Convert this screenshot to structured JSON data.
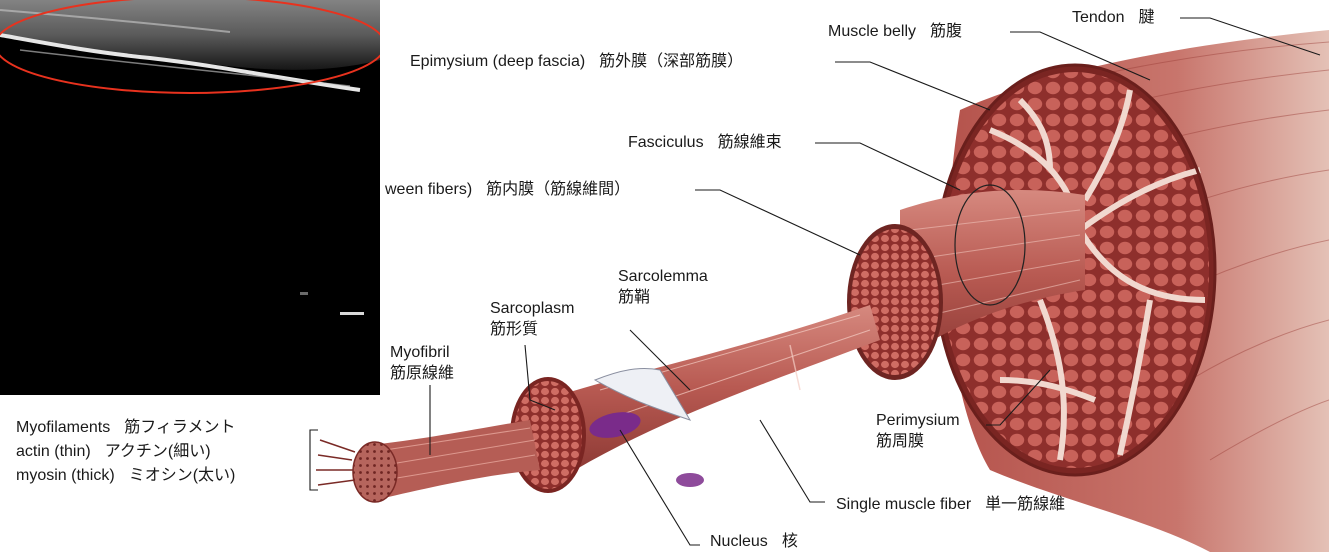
{
  "labels": {
    "muscle_belly": {
      "en": "Muscle belly",
      "jp": "筋腹"
    },
    "tendon": {
      "en": "Tendon",
      "jp": "腱"
    },
    "epimysium": {
      "en": "Epimysium (deep fascia)",
      "jp": "筋外膜（深部筋膜）"
    },
    "fasciculus": {
      "en": "Fasciculus",
      "jp": "筋線維束"
    },
    "endomysium": {
      "en": "ween fibers)",
      "jp": "筋内膜（筋線維間）"
    },
    "sarcolemma": {
      "en": "Sarcolemma",
      "jp": "筋鞘"
    },
    "sarcoplasm": {
      "en": "Sarcoplasm",
      "jp": "筋形質"
    },
    "myofibril": {
      "en": "Myofibril",
      "jp": "筋原線維"
    },
    "myofilaments": {
      "en": "Myofilaments",
      "jp": "筋フィラメント"
    },
    "actin": {
      "en": "actin (thin)",
      "jp": "アクチン(細い)"
    },
    "myosin": {
      "en": "myosin (thick)",
      "jp": "ミオシン(太い)"
    },
    "perimysium": {
      "en": "Perimysium",
      "jp": "筋周膜"
    },
    "single_fiber": {
      "en": "Single muscle fiber",
      "jp": "単一筋線維"
    },
    "nucleus": {
      "en": "Nucleus",
      "jp": "核"
    }
  },
  "colors": {
    "muscle_dark": "#8e2f2c",
    "muscle_mid": "#b85a52",
    "muscle_light": "#d99a90",
    "tendon": "#e8cfc4",
    "nucleus": "#7a2b8a",
    "ellipse": "#e8321e",
    "ultrasound_bg": "#000000"
  }
}
